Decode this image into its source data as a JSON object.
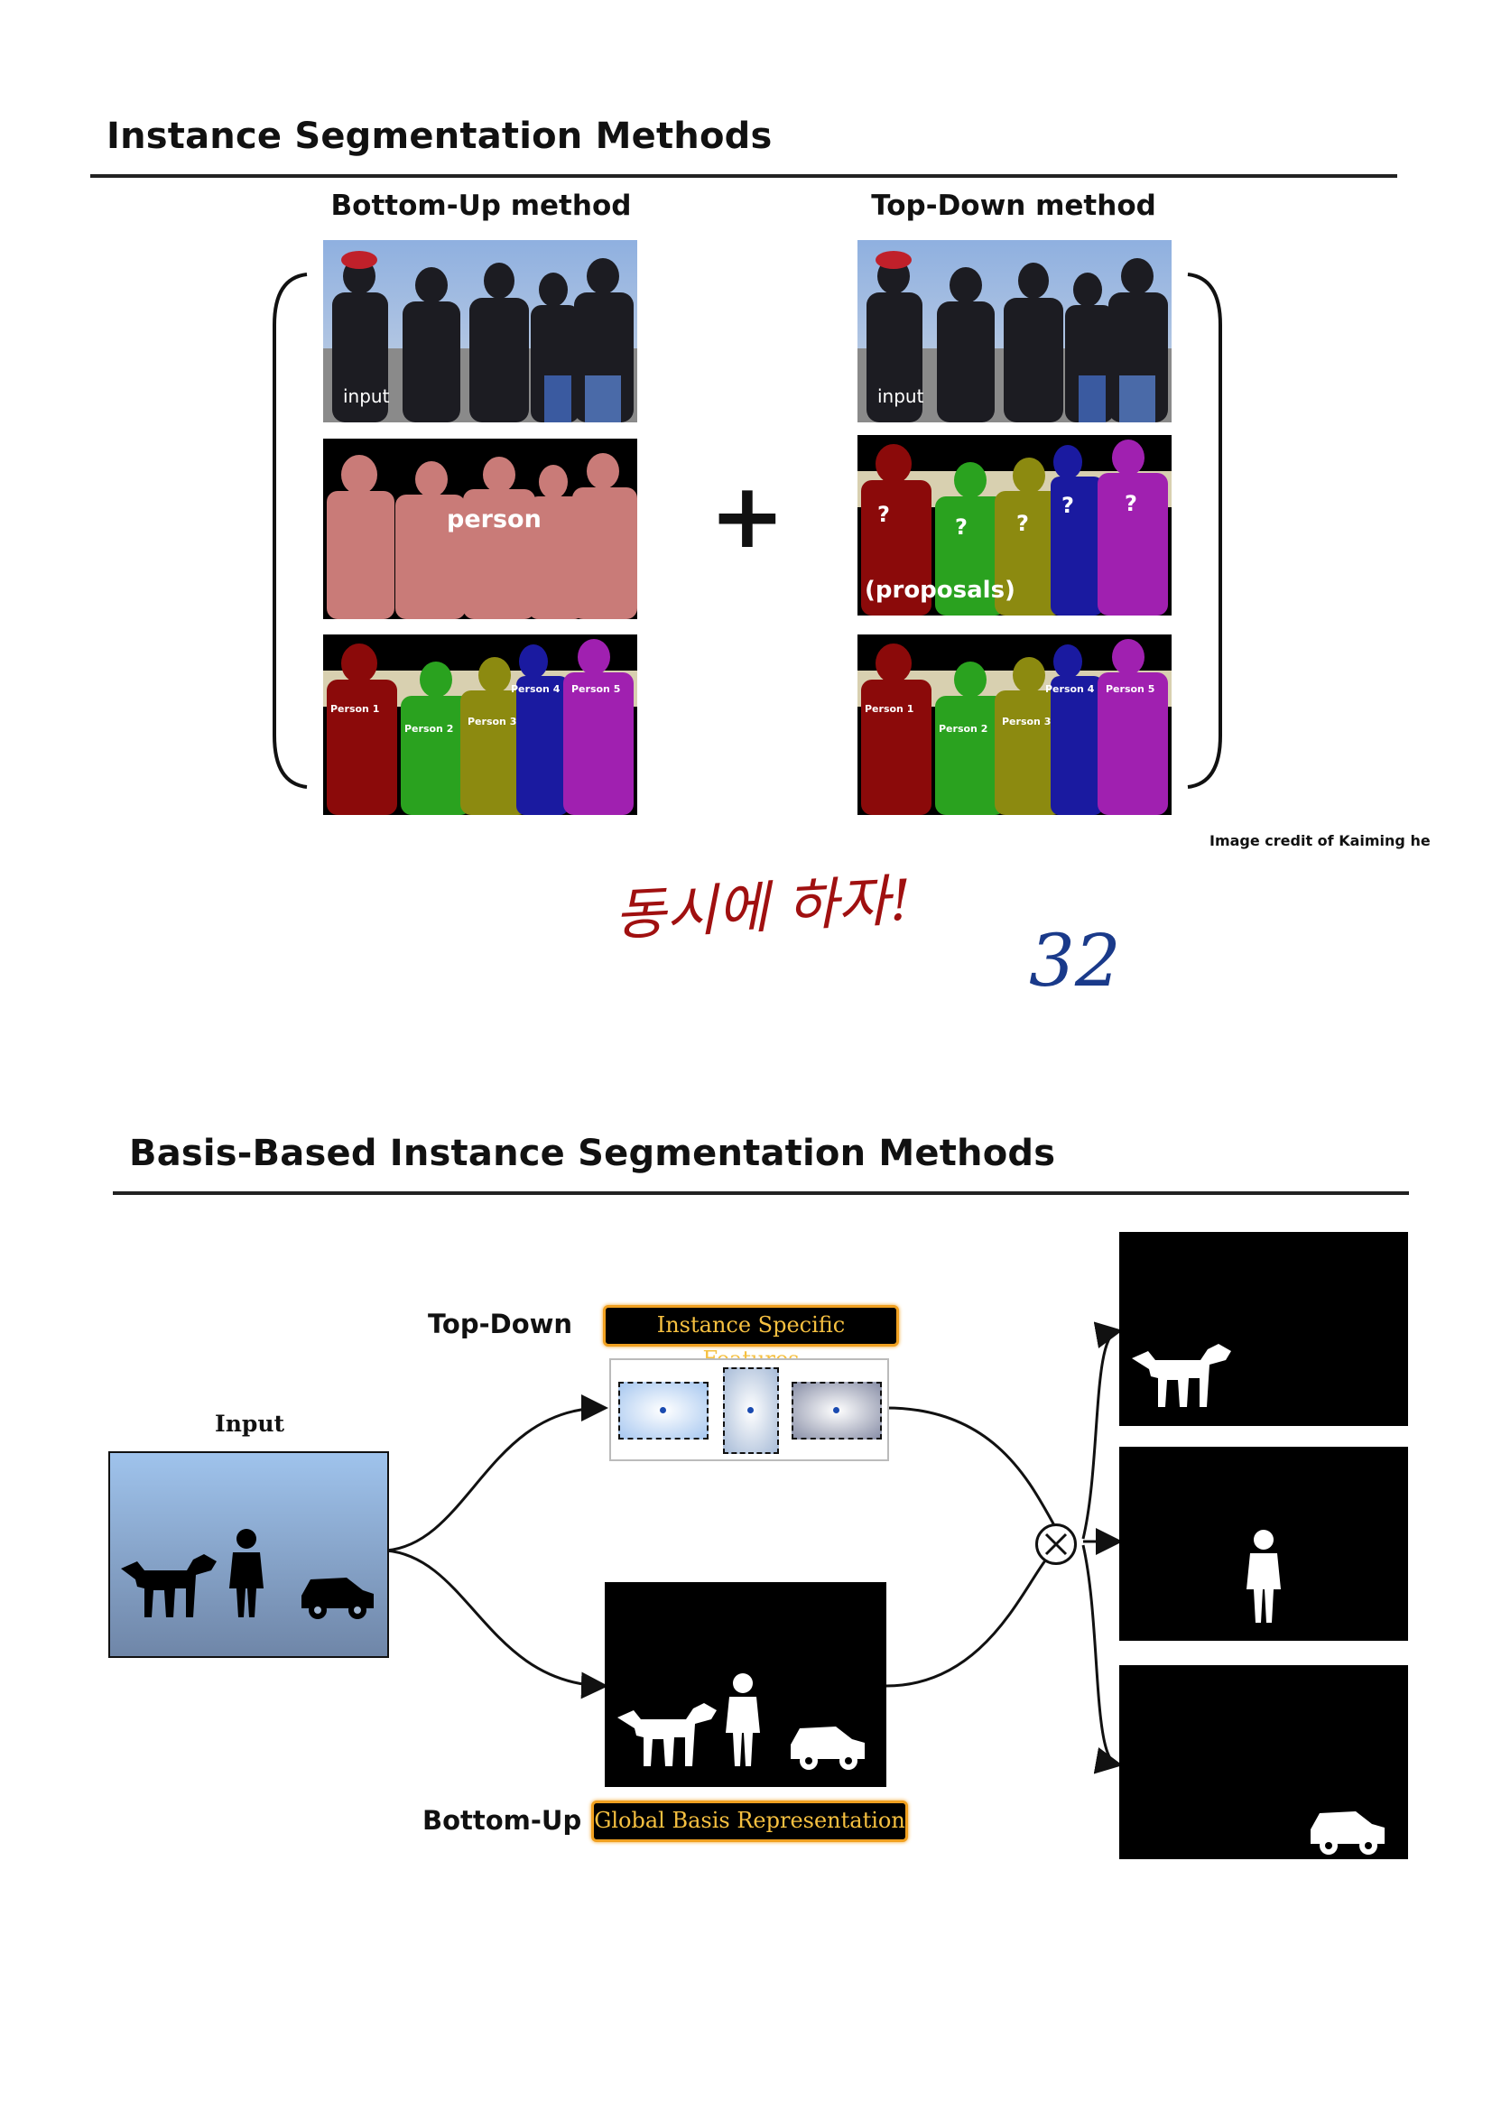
{
  "section1": {
    "title": "Instance Segmentation Methods",
    "bottom_up_title": "Bottom-Up method",
    "top_down_title": "Top-Down method",
    "input_label": "input",
    "semantic_label": "person",
    "proposals_label": "(proposals)",
    "question_mark": "?",
    "persons": [
      "Person 1",
      "Person 2",
      "Person 3",
      "Person 4",
      "Person 5"
    ],
    "plus": "+",
    "credit": "Image credit of Kaiming he",
    "handwritten_note": "동시에 하자!",
    "handwritten_number": "32"
  },
  "section2": {
    "title": "Basis-Based Instance Segmentation Methods",
    "input_label": "Input",
    "top_down_label": "Top-Down",
    "bottom_up_label": "Bottom-Up",
    "top_down_box": "Instance Specific Features",
    "bottom_up_box": "Global Basis Representation",
    "combine_symbol": "⊗"
  },
  "colors": {
    "person_silhouette": "#c97b78",
    "person1": "#8b0a0a",
    "person2": "#2aa21f",
    "person3": "#8c8a10",
    "person4": "#1a1aa0",
    "person5": "#a020b0",
    "handwriting_red": "#a01010",
    "handwriting_blue": "#1a3a8a",
    "box_border": "#f0a020"
  }
}
